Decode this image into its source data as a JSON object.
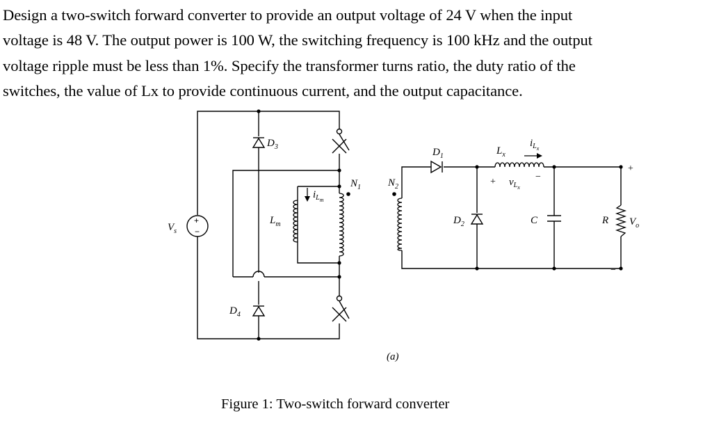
{
  "problem": {
    "lines": [
      "Design a two-switch forward converter to provide an output voltage of 24 V when the input",
      "voltage is 48 V.  The output power is 100 W, the switching frequency is 100 kHz and the output",
      "voltage ripple must be less than 1%.  Specify the transformer turns ratio, the duty ratio of the",
      "switches, the value of Lx to provide continuous current, and the output capacitance."
    ]
  },
  "circuit": {
    "labels": {
      "vs": "V",
      "vs_sub": "s",
      "d3": "D",
      "d3_sub": "3",
      "d4": "D",
      "d4_sub": "4",
      "lm": "L",
      "lm_sub": "m",
      "ilm": "i",
      "ilm_sub": "L",
      "ilm_subsub": "m",
      "n1": "N",
      "n1_sub": "1",
      "n2": "N",
      "n2_sub": "2",
      "d1": "D",
      "d1_sub": "1",
      "d2": "D",
      "d2_sub": "2",
      "lx": "L",
      "lx_sub": "x",
      "ilx": "i",
      "ilx_sub": "L",
      "ilx_subsub": "x",
      "vlx": "v",
      "vlx_sub": "L",
      "vlx_subsub": "x",
      "c": "C",
      "r": "R",
      "vo": "V",
      "vo_sub": "o",
      "plus": "+",
      "minus": "−",
      "src_plus": "+",
      "src_minus": "−",
      "panel": "(a)"
    }
  },
  "caption": "Figure 1: Two-switch forward converter"
}
